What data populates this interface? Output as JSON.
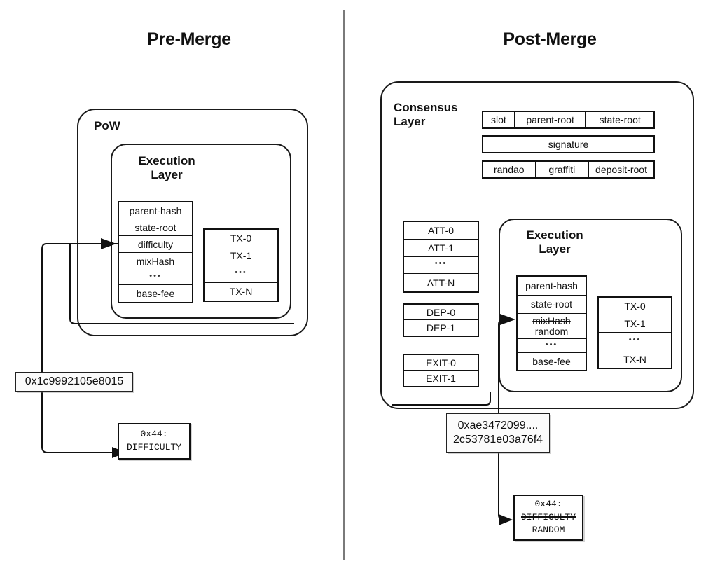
{
  "panels": {
    "left_title": "Pre-Merge",
    "right_title": "Post-Merge"
  },
  "pre_merge": {
    "outer_label": "PoW",
    "execution_layer_label_line1": "Execution",
    "execution_layer_label_line2": "Layer",
    "header_fields": [
      "parent-hash",
      "state-root",
      "difficulty",
      "mixHash",
      "...",
      "base-fee"
    ],
    "transactions": [
      "TX-0",
      "TX-1",
      "...",
      "TX-N"
    ],
    "hash_label": "0x1c9992105e8015",
    "opcode": {
      "number": "0x44:",
      "name": "DIFFICULTY"
    }
  },
  "post_merge": {
    "consensus_label_line1": "Consensus",
    "consensus_label_line2": "Layer",
    "beacon_header_row1": [
      "slot",
      "parent-root",
      "state-root"
    ],
    "beacon_header_row2": [
      "signature"
    ],
    "beacon_header_row3": [
      "randao",
      "graffiti",
      "deposit-root"
    ],
    "attestations": [
      "ATT-0",
      "ATT-1",
      "...",
      "ATT-N"
    ],
    "deposits": [
      "DEP-0",
      "DEP-1"
    ],
    "exits": [
      "EXIT-0",
      "EXIT-1"
    ],
    "execution_layer_label_line1": "Execution",
    "execution_layer_label_line2": "Layer",
    "header_fields": [
      {
        "text": "parent-hash",
        "struck": false,
        "replacement": null
      },
      {
        "text": "state-root",
        "struck": false,
        "replacement": null
      },
      {
        "text": "mixHash",
        "struck": true,
        "replacement": "random"
      },
      {
        "text": "...",
        "struck": false,
        "replacement": null
      },
      {
        "text": "base-fee",
        "struck": false,
        "replacement": null
      }
    ],
    "transactions": [
      "TX-0",
      "TX-1",
      "...",
      "TX-N"
    ],
    "hash_label_line1": "0xae3472099....",
    "hash_label_line2": "2c53781e03a76f4",
    "opcode": {
      "number": "0x44:",
      "old_name": "DIFFICULTY",
      "new_name": "RANDOM"
    }
  },
  "colors": {
    "ink": "#111111",
    "divider": "#7a7a7a",
    "paper": "#ffffff"
  }
}
